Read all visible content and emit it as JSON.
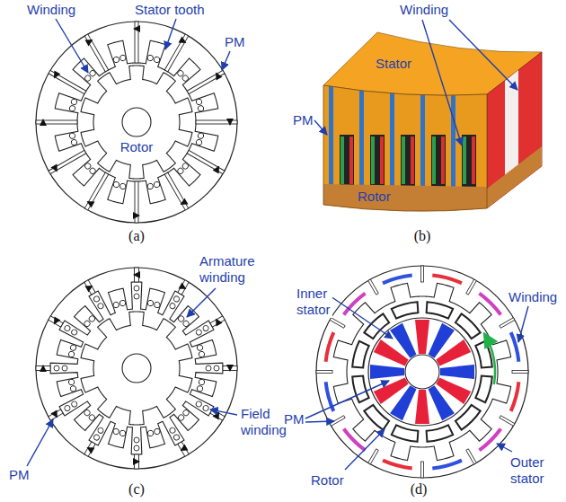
{
  "diagram": {
    "labels": [
      "Winding",
      "Stator tooth",
      "PM",
      "Rotor",
      "(a)",
      "Winding",
      "Stator",
      "PM",
      "Rotor",
      "(b)",
      "Armature winding",
      "Field winding",
      "PM",
      "(c)",
      "Inner stator",
      "Winding",
      "PM",
      "Rotor",
      "Outer stator",
      "(d)"
    ]
  }
}
